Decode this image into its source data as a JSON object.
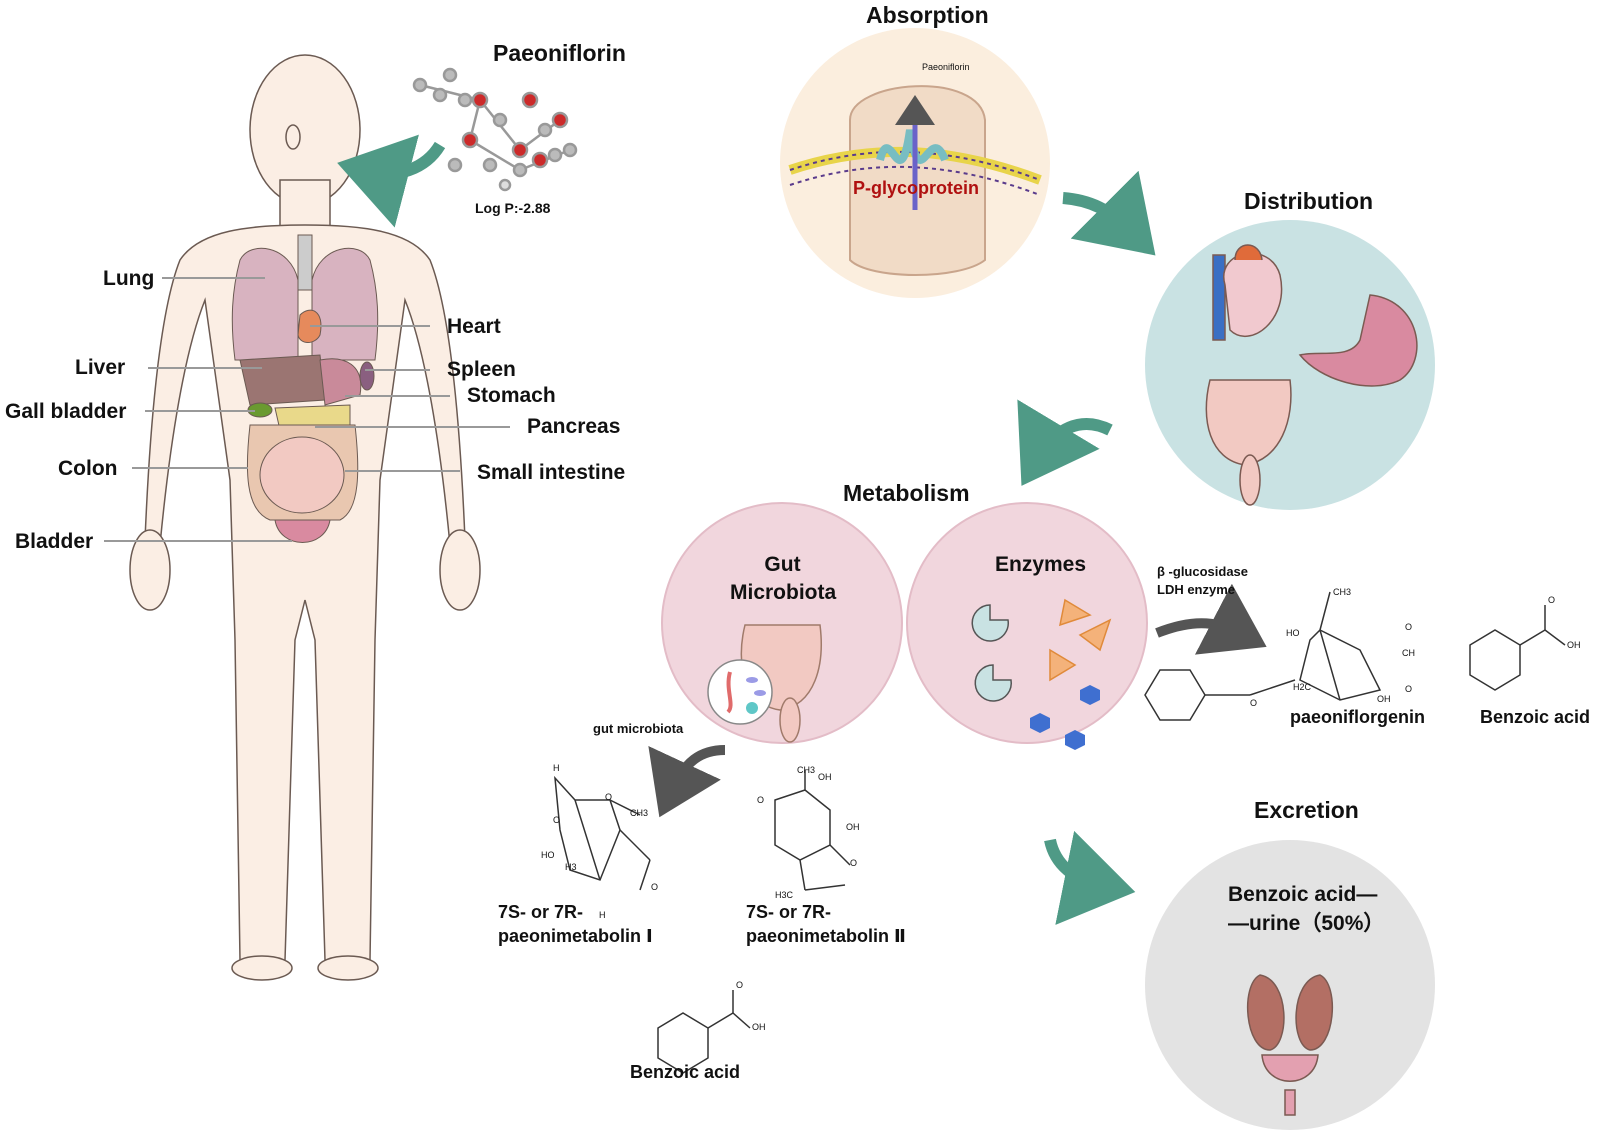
{
  "drug": {
    "name": "Paeoniflorin",
    "logp": "Log P:-2.88"
  },
  "organs": {
    "lung": "Lung",
    "heart": "Heart",
    "liver": "Liver",
    "spleen": "Spleen",
    "stomach": "Stomach",
    "gall_bladder": "Gall bladder",
    "pancreas": "Pancreas",
    "colon": "Colon",
    "small_intestine": "Small intestine",
    "bladder": "Bladder"
  },
  "stages": {
    "absorption": {
      "title": "Absorption",
      "transporter": "P-glycoprotein",
      "inset_label": "Paeoniflorin"
    },
    "distribution": {
      "title": "Distribution"
    },
    "metabolism": {
      "title": "Metabolism",
      "gut_line1": "Gut",
      "gut_line2": "Microbiota",
      "enzymes": "Enzymes",
      "enzyme_line1": "β -glucosidase",
      "enzyme_line2": "LDH enzyme",
      "gut_arrow_label": "gut microbiota"
    },
    "excretion": {
      "title": "Excretion",
      "line1": "Benzoic acid—",
      "line2": "—urine（50%）"
    }
  },
  "compounds": {
    "paeoniflorgenin": "paeoniflorgenin",
    "benzoic_acid_right": "Benzoic acid",
    "benzoic_acid_bottom": "Benzoic acid",
    "metabolite1_line1": "7S- or 7R-",
    "metabolite1_line2": "paeonimetabolin Ⅰ",
    "metabolite2_line1": "7S- or 7R-",
    "metabolite2_line2": "paeonimetabolin Ⅱ"
  },
  "atoms": {
    "ch3": "CH3",
    "oh": "OH",
    "ho": "HO",
    "h": "H",
    "o": "O",
    "ch": "CH",
    "h2c": "H2C",
    "h3c": "H3C",
    "h3": "H3"
  },
  "colors": {
    "arrow_teal": "#4f9a86",
    "arrow_grey": "#555555",
    "absorption_bg": "#fbeede",
    "distribution_bg": "#c9e2e3",
    "metabolism_bg": "#f1d6dd",
    "excretion_bg": "#e3e3e3",
    "body_skin": "#fbeee4"
  }
}
